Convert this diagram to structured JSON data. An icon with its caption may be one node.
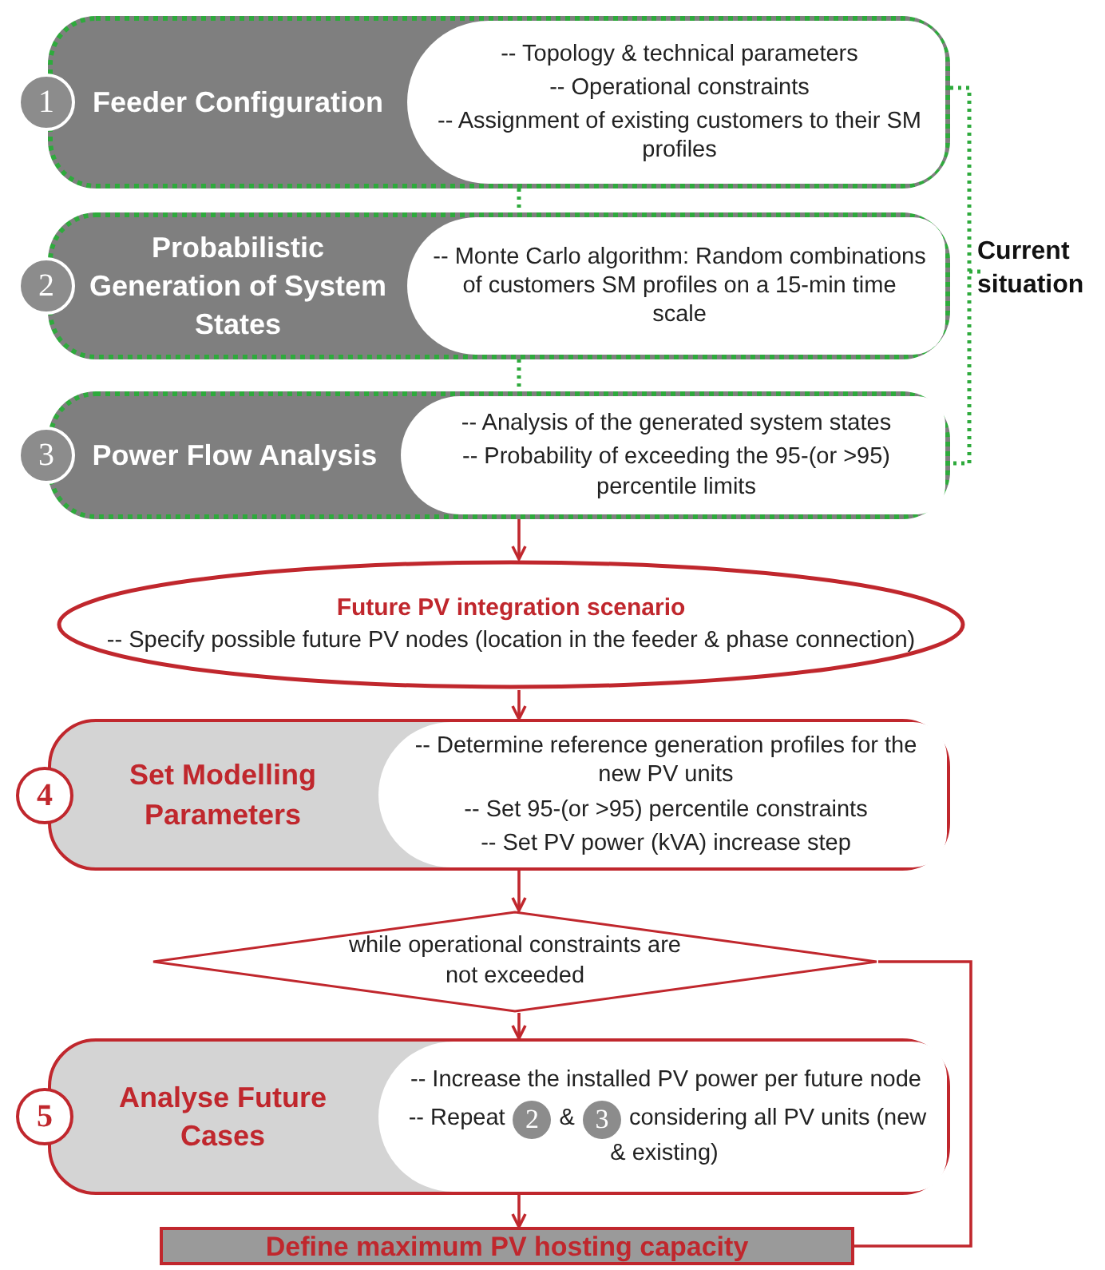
{
  "diagram": {
    "nodes": [
      {
        "text": [
          "1",
          "Feeder Configuration",
          "-- Topology & technical parameters",
          "-- Operational constraints",
          "-- Assignment of existing customers to their SM profiles"
        ]
      },
      {
        "text": [
          "2",
          "Probabilistic Generation of System States",
          "-- Monte Carlo algorithm: Random combinations of customers SM profiles on a 15-min time scale"
        ]
      },
      {
        "text": [
          "3",
          "Power Flow Analysis",
          "-- Analysis of the generated system states",
          "-- Probability of exceeding the 95-(or >95) percentile limits"
        ]
      },
      {
        "text": [
          "Future PV integration scenario",
          "-- Specify possible future PV nodes (location in the feeder & phase connection)"
        ]
      },
      {
        "text": [
          "4",
          "Set Modelling Parameters",
          "-- Determine reference generation profiles for the new PV units",
          "-- Set 95-(or >95) percentile constraints",
          "-- Set PV power (kVA) increase step"
        ]
      },
      {
        "text": [
          "while operational constraints are not exceeded"
        ]
      },
      {
        "text": [
          "5",
          "Analyse Future Cases",
          "-- Increase the installed PV power per future node",
          "-- Repeat",
          "2",
          "&",
          "3",
          "considering all PV units (new & existing)"
        ]
      },
      {
        "text": [
          "Define maximum PV hosting capacity"
        ]
      }
    ],
    "edges": [
      {
        "from": 0,
        "to": 1,
        "arrow": "none",
        "style": "dashed",
        "color": "#2eaa3c"
      },
      {
        "from": 1,
        "to": 2,
        "arrow": "none",
        "style": "dashed",
        "color": "#2eaa3c"
      },
      {
        "from": 2,
        "to": 3,
        "arrow": "to"
      },
      {
        "from": 3,
        "to": 4,
        "arrow": "to"
      },
      {
        "from": 4,
        "to": 5,
        "arrow": "to"
      },
      {
        "from": 5,
        "to": 6,
        "arrow": "to"
      },
      {
        "from": 6,
        "to": 7,
        "arrow": "to"
      },
      {
        "from": 5,
        "to": 7,
        "arrow": "none"
      }
    ],
    "labels": [
      "Current situation"
    ]
  }
}
